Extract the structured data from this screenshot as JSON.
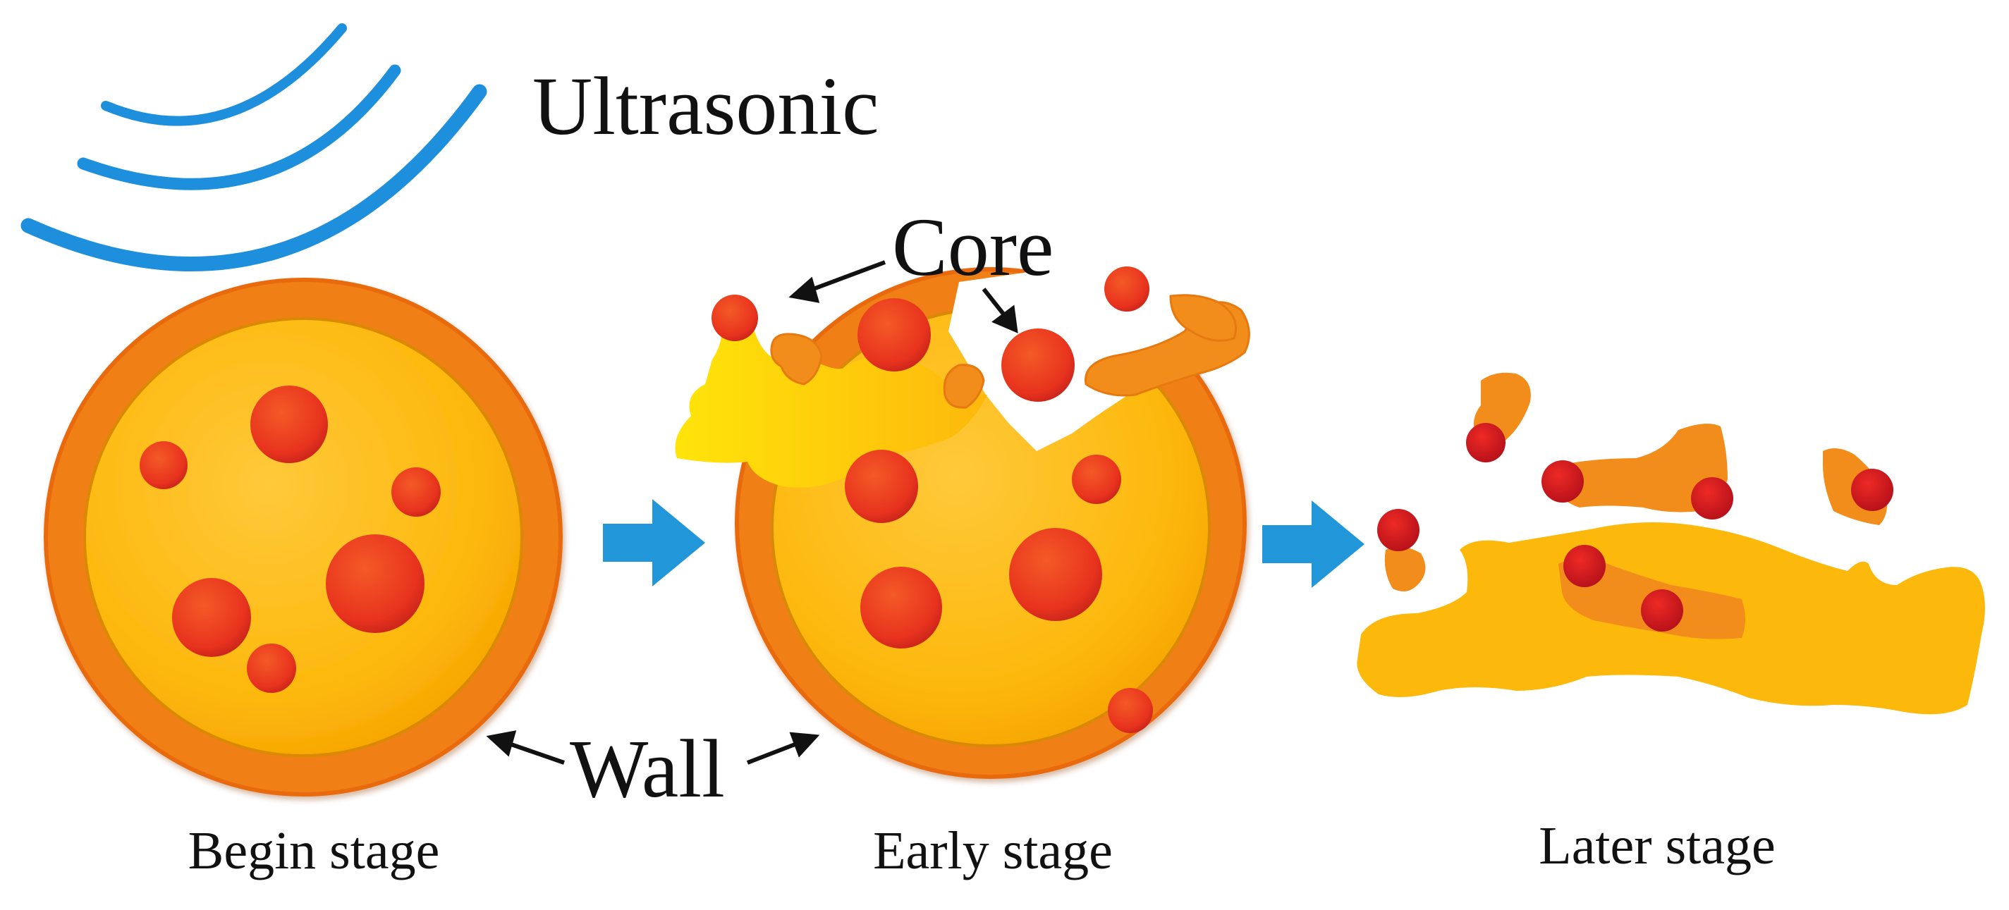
{
  "labels": {
    "ultrasonic": "Ultrasonic",
    "core": "Core",
    "wall": "Wall",
    "stages": [
      "Begin stage",
      "Early stage",
      "Later stage"
    ]
  },
  "colors": {
    "wave": "#1E8FDD",
    "shell": "#F07F17",
    "shell_edge": "#E96A0B",
    "interior": "#FDB80C",
    "core": "#E8331E",
    "fragment": "#F28C1B",
    "arrow": "#2196D9",
    "text": "#111111"
  }
}
